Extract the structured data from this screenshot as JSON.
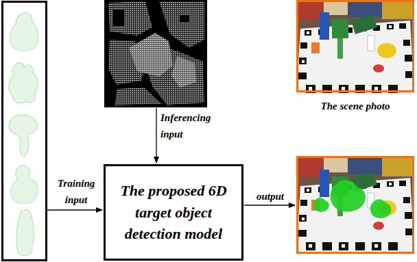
{
  "diagram": {
    "nodes": [
      {
        "text": [
          "The proposed 6D target object detection model"
        ]
      }
    ],
    "labels": [
      "Inferencing input",
      "Training input",
      "output",
      "The scene photo"
    ]
  }
}
